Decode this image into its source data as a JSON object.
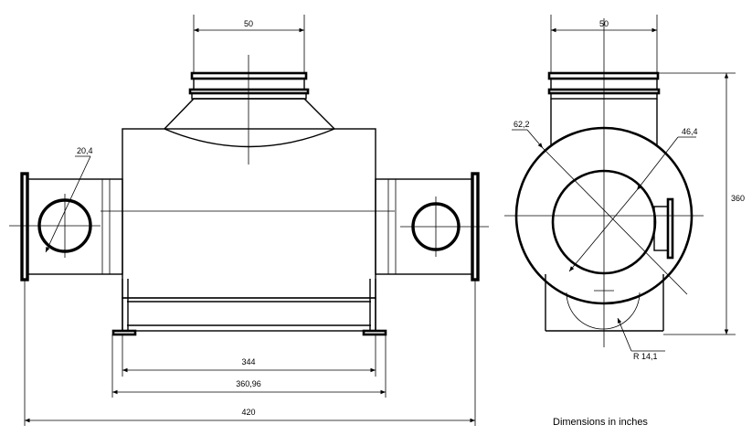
{
  "dimensions": {
    "front_top_width": "50",
    "side_top_width": "50",
    "side_nozzle_diameter": "20,4",
    "base_inner_length": "344",
    "base_outer_length": "360,96",
    "overall_length": "420",
    "outer_diameter": "62,2",
    "inner_diameter": "46,4",
    "overall_height": "360",
    "bottom_radius": "R 14,1"
  },
  "caption": "Dimensions in inches",
  "colors": {
    "line": "#000000",
    "background": "#ffffff"
  }
}
